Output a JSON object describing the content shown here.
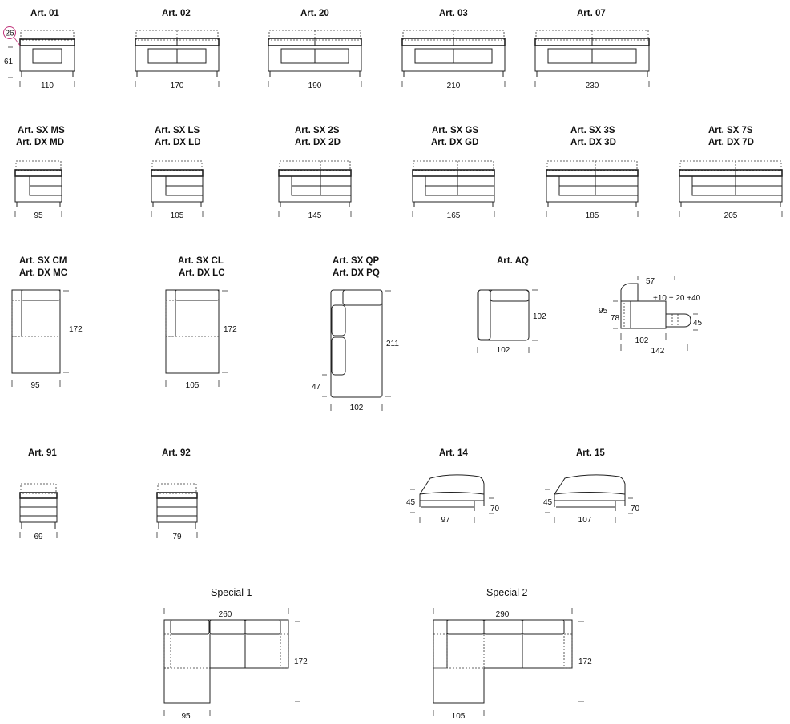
{
  "callout": "26",
  "rows": {
    "r1": [
      {
        "id": "a01",
        "title": "Art. 01",
        "width": "110",
        "height": "61"
      },
      {
        "id": "a02",
        "title": "Art. 02",
        "width": "170"
      },
      {
        "id": "a20",
        "title": "Art. 20",
        "width": "190"
      },
      {
        "id": "a03",
        "title": "Art. 03",
        "width": "210"
      },
      {
        "id": "a07",
        "title": "Art. 07",
        "width": "230"
      }
    ],
    "r2": [
      {
        "id": "ms",
        "title1": "Art. SX MS",
        "title2": "Art. DX MD",
        "width": "95"
      },
      {
        "id": "ls",
        "title1": "Art. SX LS",
        "title2": "Art. DX LD",
        "width": "105"
      },
      {
        "id": "s2",
        "title1": "Art. SX 2S",
        "title2": "Art. DX 2D",
        "width": "145"
      },
      {
        "id": "gs",
        "title1": "Art. SX GS",
        "title2": "Art. DX GD",
        "width": "165"
      },
      {
        "id": "s3",
        "title1": "Art. SX 3S",
        "title2": "Art. DX 3D",
        "width": "185"
      },
      {
        "id": "s7",
        "title1": "Art. SX 7S",
        "title2": "Art. DX 7D",
        "width": "205"
      }
    ],
    "r3": [
      {
        "id": "cm",
        "title1": "Art. SX CM",
        "title2": "Art. DX MC",
        "width": "95",
        "depth": "172"
      },
      {
        "id": "cl",
        "title1": "Art. SX CL",
        "title2": "Art. DX LC",
        "width": "105",
        "depth": "172"
      },
      {
        "id": "qp",
        "title1": "Art. SX QP",
        "title2": "Art. DX PQ",
        "width": "102",
        "depth": "211",
        "seat": "47"
      },
      {
        "id": "aq",
        "title": "Art. AQ",
        "width": "102",
        "depth": "102"
      }
    ],
    "recliner": {
      "top": "57",
      "ext": "+10 + 20 +40",
      "h1": "95",
      "h2": "78",
      "leg": "45",
      "w1": "102",
      "w2": "142"
    },
    "r4": [
      {
        "id": "a91",
        "title": "Art. 91",
        "width": "69"
      },
      {
        "id": "a92",
        "title": "Art. 92",
        "width": "79"
      },
      {
        "id": "a14",
        "title": "Art. 14",
        "width": "97",
        "h": "45",
        "d": "70"
      },
      {
        "id": "a15",
        "title": "Art. 15",
        "width": "107",
        "h": "45",
        "d": "70"
      }
    ],
    "specials": [
      {
        "id": "sp1",
        "title": "Special 1",
        "width": "260",
        "depth": "172",
        "chaise": "95"
      },
      {
        "id": "sp2",
        "title": "Special 2",
        "width": "290",
        "depth": "172",
        "chaise": "105"
      }
    ]
  }
}
